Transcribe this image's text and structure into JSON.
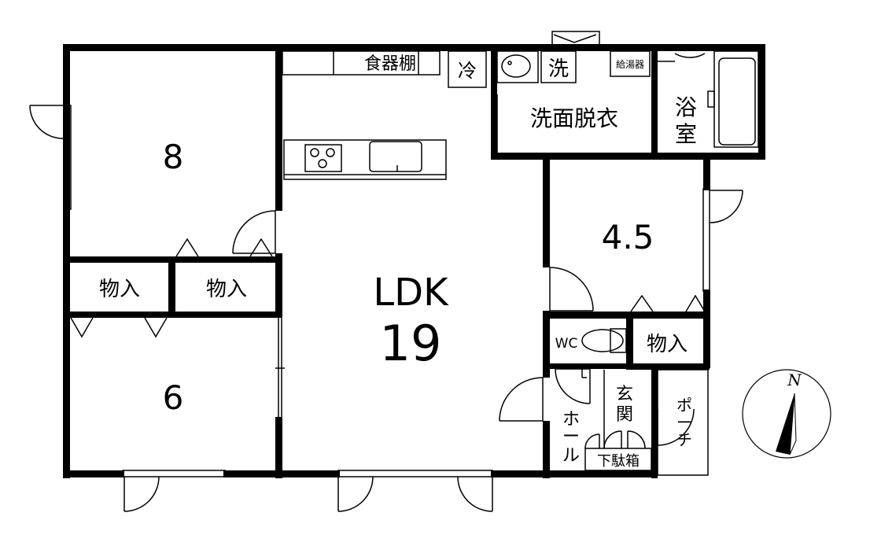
{
  "rooms": {
    "western_8": "8",
    "western_6": "6",
    "western_45": "4.5",
    "ldk_line1": "LDK",
    "ldk_line2": "19"
  },
  "closets": {
    "left_1": "物入",
    "left_2": "物入",
    "right": "物入"
  },
  "kitchen": {
    "cupboard": "食器棚",
    "fridge": "冷"
  },
  "utility": {
    "washer": "洗",
    "water_heater": "給湯器",
    "dressing": "洗面脱衣",
    "bath_1": "浴",
    "bath_2": "室"
  },
  "entry": {
    "wc": "WC",
    "hall_1": "ホ",
    "hall_2": "ー",
    "hall_3": "ル",
    "genkan_1": "玄",
    "genkan_2": "関",
    "porch_1": "ポ",
    "porch_2": "ー",
    "porch_3": "チ",
    "shoe_box": "下駄箱"
  },
  "compass": {
    "north": "N"
  }
}
